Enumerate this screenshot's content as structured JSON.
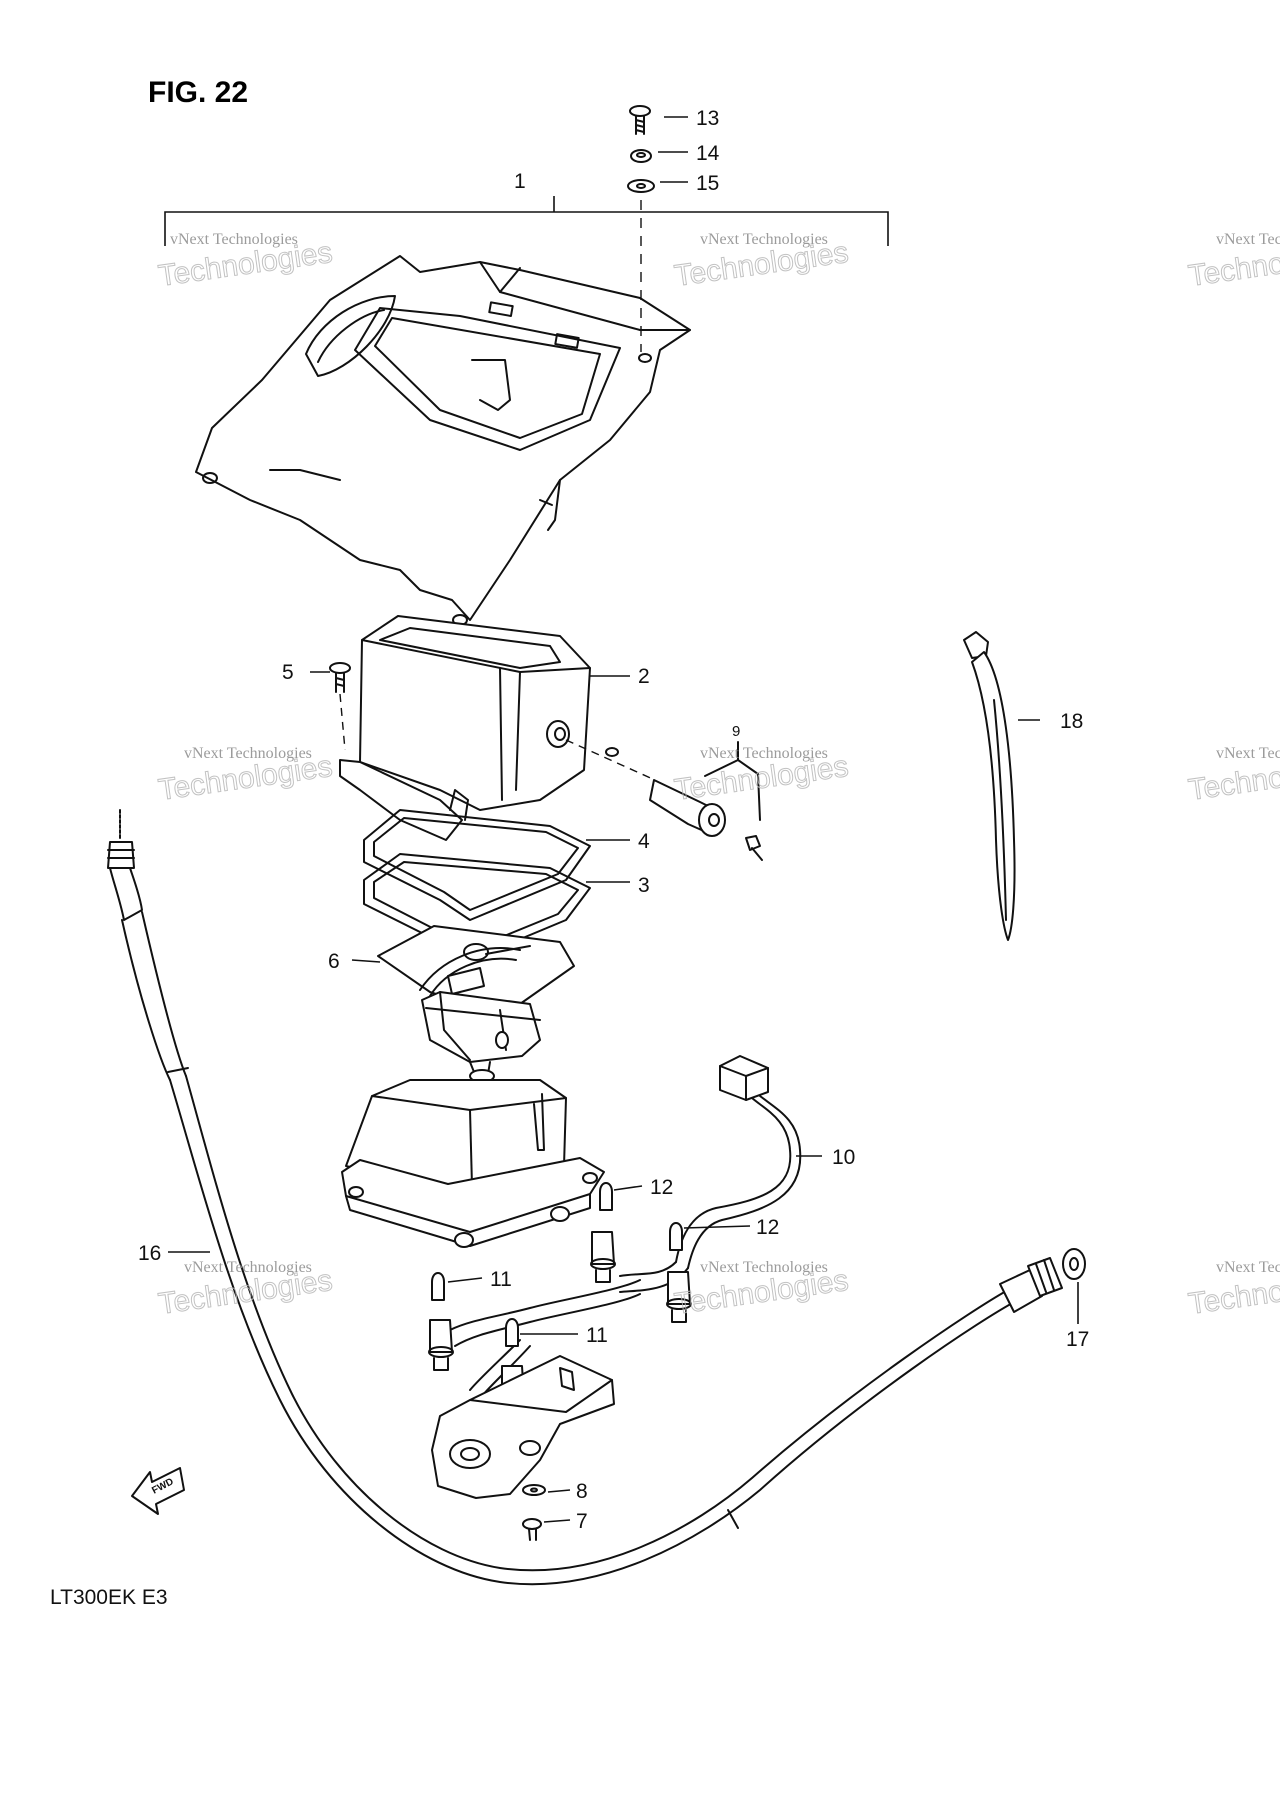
{
  "figure": {
    "title": "FIG. 22",
    "model": "LT300EK E3",
    "fwd_label": "FWD"
  },
  "watermark": {
    "line1": "vNext Technologies",
    "line2": "Technologies"
  },
  "callouts": [
    "1",
    "2",
    "3",
    "4",
    "5",
    "6",
    "7",
    "8",
    "9",
    "10",
    "11",
    "11",
    "12",
    "12",
    "13",
    "14",
    "15",
    "16",
    "17",
    "18"
  ]
}
